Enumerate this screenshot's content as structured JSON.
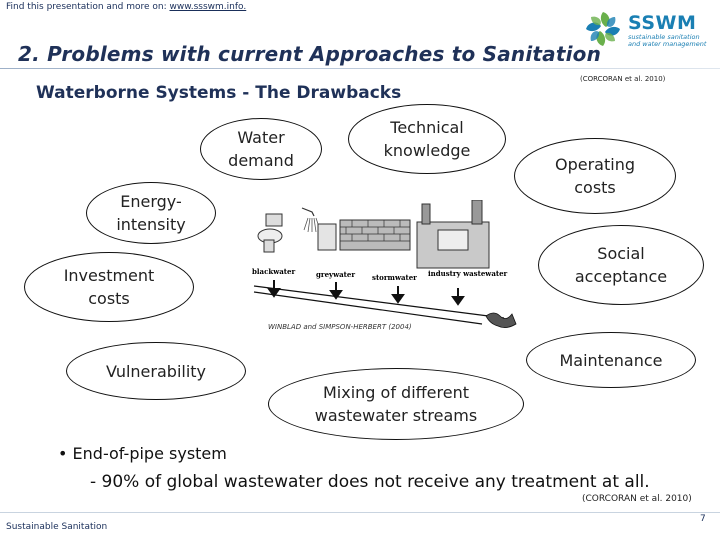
{
  "header": {
    "find_text": "Find this presentation and more on: ",
    "find_link": "www.ssswm.info.",
    "title": "2. Problems with current Approaches to Sanitation",
    "subtitle": "Waterborne Systems - The Drawbacks",
    "citation": "(CORCORAN et al. 2010)"
  },
  "logo": {
    "name": "SSWM",
    "tagline_line1": "sustainable sanitation",
    "tagline_line2": "and water management",
    "colors": {
      "blue": "#1a7fb3",
      "green": "#6ab04c"
    }
  },
  "ovals": {
    "water_demand": "Water demand",
    "technical_knowledge": "Technical knowledge",
    "operating_costs": "Operating costs",
    "energy_intensity": "Energy-intensity",
    "social_acceptance": "Social acceptance",
    "investment_costs": "Investment costs",
    "vulnerability": "Vulnerability",
    "maintenance": "Maintenance",
    "mixing": "Mixing of different wastewater streams"
  },
  "diagram": {
    "labels": [
      "blackwater",
      "greywater",
      "stormwater",
      "industry wastewater"
    ],
    "caption": "WINBLAD and SIMPSON-HERBERT (2004)"
  },
  "body": {
    "bullet": "End-of-pipe system",
    "subbullet": "- 90% of global wastewater does not receive any treatment at all.",
    "citation": "(CORCORAN et al. 2010)"
  },
  "footer": {
    "label": "Sustainable Sanitation",
    "page": "7"
  }
}
